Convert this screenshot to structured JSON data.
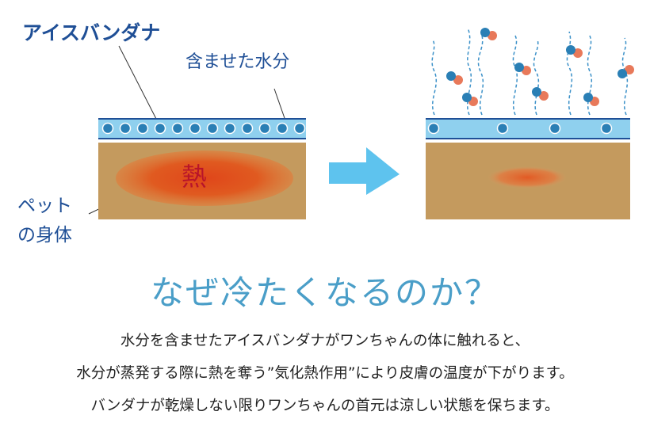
{
  "diagram": {
    "label_bandana": "アイスバンダナ",
    "label_water": "含ませた水分",
    "label_pet_line1": "ペット",
    "label_pet_line2": "の身体",
    "heat_label": "熱"
  },
  "heading": {
    "title": "なぜ冷たくなるのか？"
  },
  "explanation": {
    "line1": "水分を含ませたアイスバンダナがワンちゃんの体に触れると、",
    "line2": "水分が蒸発する際に熱を奪う”気化熱作用”により皮膚の温度が下がります。",
    "line3": "バンダナが乾燥しない限りワンちゃんの首元は涼しい状態を保ちます。"
  },
  "colors": {
    "label_blue": "#1f4f96",
    "bandana_fill": "#8fd0ee",
    "droplet": "#2a7fb5",
    "vapor_orange": "#e8795a",
    "skin": "#c49a5e",
    "heat": "#e0521c",
    "arrow": "#5ec3ee",
    "title": "#4a9ec8"
  }
}
